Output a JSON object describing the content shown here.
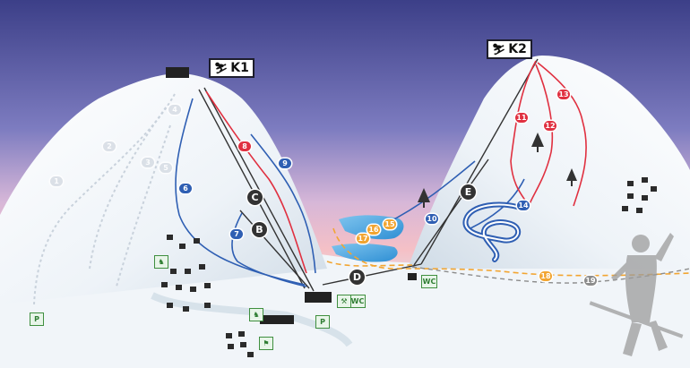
{
  "title": "",
  "peaks": [
    {
      "id": "K1",
      "label": "K1"
    },
    {
      "id": "K2",
      "label": "K2"
    }
  ],
  "lifts": [
    "B",
    "C",
    "D",
    "E"
  ],
  "runs": {
    "red": [
      "8",
      "11",
      "12",
      "13"
    ],
    "blue": [
      "6",
      "7",
      "9",
      "10",
      "14"
    ],
    "orange": [
      "15",
      "16",
      "17",
      "18"
    ],
    "grey": [
      "19"
    ],
    "faded": [
      "1",
      "2",
      "3",
      "4",
      "5"
    ]
  },
  "facilities": {
    "wc_label": "WC",
    "parking_label": "P"
  },
  "colors": {
    "red_run": "#e03040",
    "blue_run": "#2f5fb3",
    "orange_run": "#f2a531",
    "lift_line": "#333333",
    "sky_top": "#3c3f88",
    "sky_mid": "#8886c4",
    "sky_glow": "#f3b7c8",
    "snow": "#f2f6fa"
  }
}
